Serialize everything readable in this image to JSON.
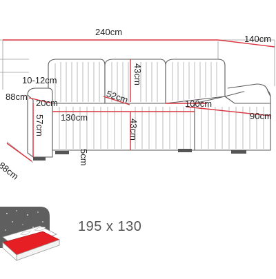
{
  "dimensions": {
    "total_width": "240cm",
    "corner_depth": "140cm",
    "armrest_height": "10-12cm",
    "backrest_height": "43cm",
    "armrest_width": "88cm",
    "armrest_depth": "20cm",
    "seat_depth": "52cm",
    "chaise_length": "100cm",
    "seat_height": "57cm",
    "seat_width": "130cm",
    "base_height": "43cm",
    "chaise_width": "90cm",
    "leg_height": "5cm",
    "overall_depth": "88cm"
  },
  "bed": {
    "size": "195 x 130"
  },
  "colors": {
    "dimension_line": "#d9343f",
    "outline": "#5a5a5a",
    "mattress": "#e51f24"
  }
}
